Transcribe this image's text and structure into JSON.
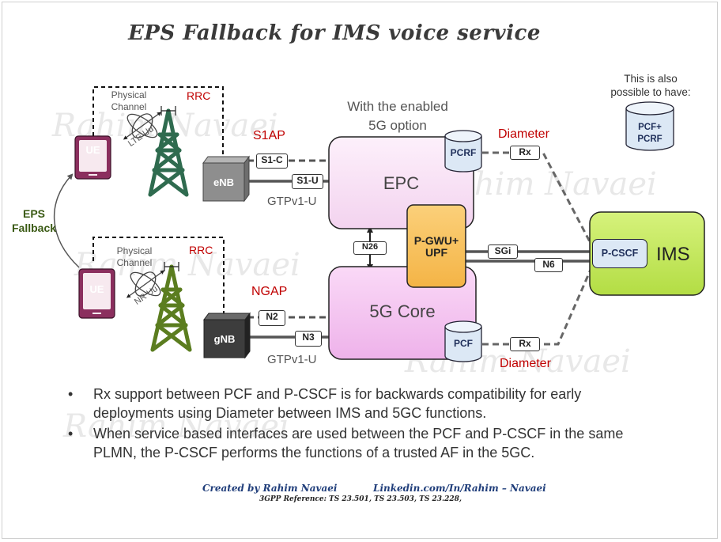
{
  "title": "EPS Fallback for IMS voice service",
  "watermark": "Rahim Navaei",
  "note": {
    "line1": "This is also",
    "line2": "possible to have:",
    "db_line1": "PCF+",
    "db_line2": "PCRF"
  },
  "enabled_option": {
    "line1": "With the enabled",
    "line2": "5G option"
  },
  "lte": {
    "ue": "UE",
    "physical_channel_1": "Physical",
    "physical_channel_2": "Channel",
    "radio": "LTE Uu",
    "rrc": "RRC",
    "node": "eNB",
    "s1ap": "S1AP",
    "s1c": "S1-C",
    "s1u": "S1-U",
    "gtp": "GTPv1-U"
  },
  "nr": {
    "ue": "UE",
    "physical_channel_1": "Physical",
    "physical_channel_2": "Channel",
    "radio": "NR Uu",
    "rrc": "RRC",
    "node": "gNB",
    "ngap": "NGAP",
    "n2": "N2",
    "n3": "N3",
    "gtp": "GTPv1-U"
  },
  "fallback": {
    "line1": "EPS",
    "line2": "Fallback"
  },
  "core": {
    "epc": "EPC",
    "core5g": "5G Core",
    "pcrf": "PCRF",
    "pcf": "PCF",
    "gw_line1": "P-GWU+",
    "gw_line2": "UPF",
    "n26": "N26",
    "sgi": "SGi",
    "n6": "N6"
  },
  "ims": {
    "label": "IMS",
    "pcscf": "P-CSCF"
  },
  "diameter_top": "Diameter",
  "diameter_bottom": "Diameter",
  "rx_top": "Rx",
  "rx_bottom": "Rx",
  "bullets": [
    "Rx support between PCF and P-CSCF is for backwards compatibility for early deployments using Diameter between IMS and 5GC functions.",
    "When service based interfaces are used between the PCF and P-CSCF in the same PLMN, the P-CSCF performs the functions of a trusted AF in the 5GC."
  ],
  "bullet_symbol": "•",
  "credit_author": "Created by Rahim Navaei",
  "credit_link": "Linkedin.com/In/Rahim – Navaei",
  "reference": "3GPP Reference: TS 23.501, TS 23.503, TS 23.228,",
  "colors": {
    "epc_fill": "#fbe6f7",
    "core_fill": "#f5c6f2",
    "ims_fill": "#c6ec5c",
    "gw_fill": "#f9c462",
    "db_fill": "#dce8f5",
    "red": "#c00000"
  }
}
